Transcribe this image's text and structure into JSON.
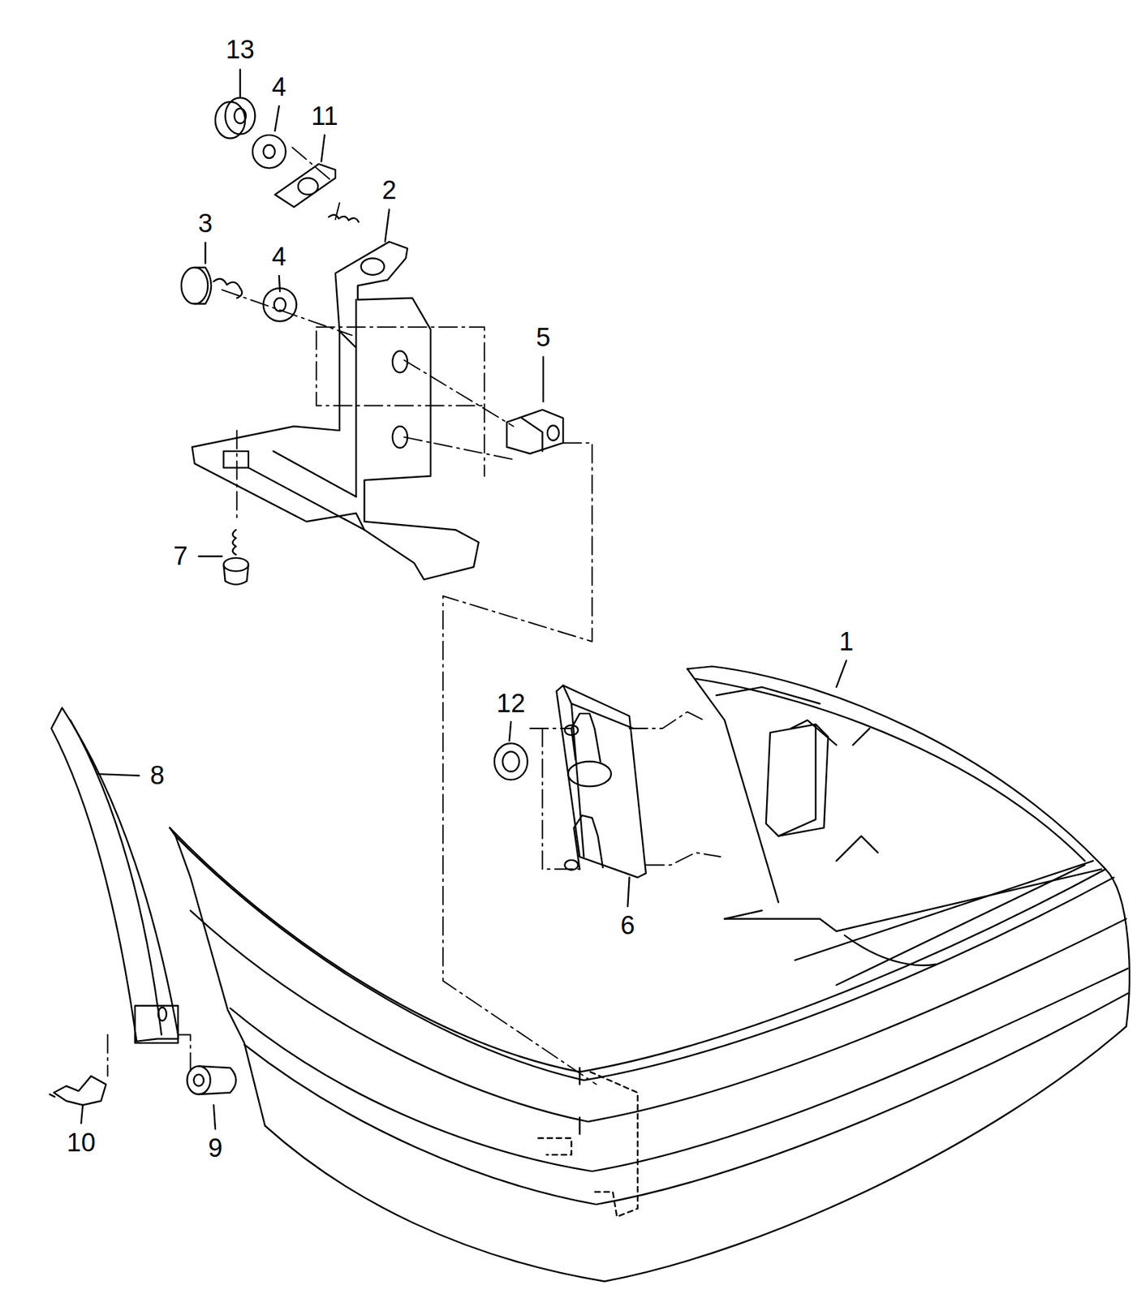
{
  "diagram": {
    "labels": [
      "13",
      "4",
      "11",
      "2",
      "3",
      "4",
      "5",
      "7",
      "1",
      "12",
      "8",
      "6",
      "10",
      "9"
    ]
  }
}
